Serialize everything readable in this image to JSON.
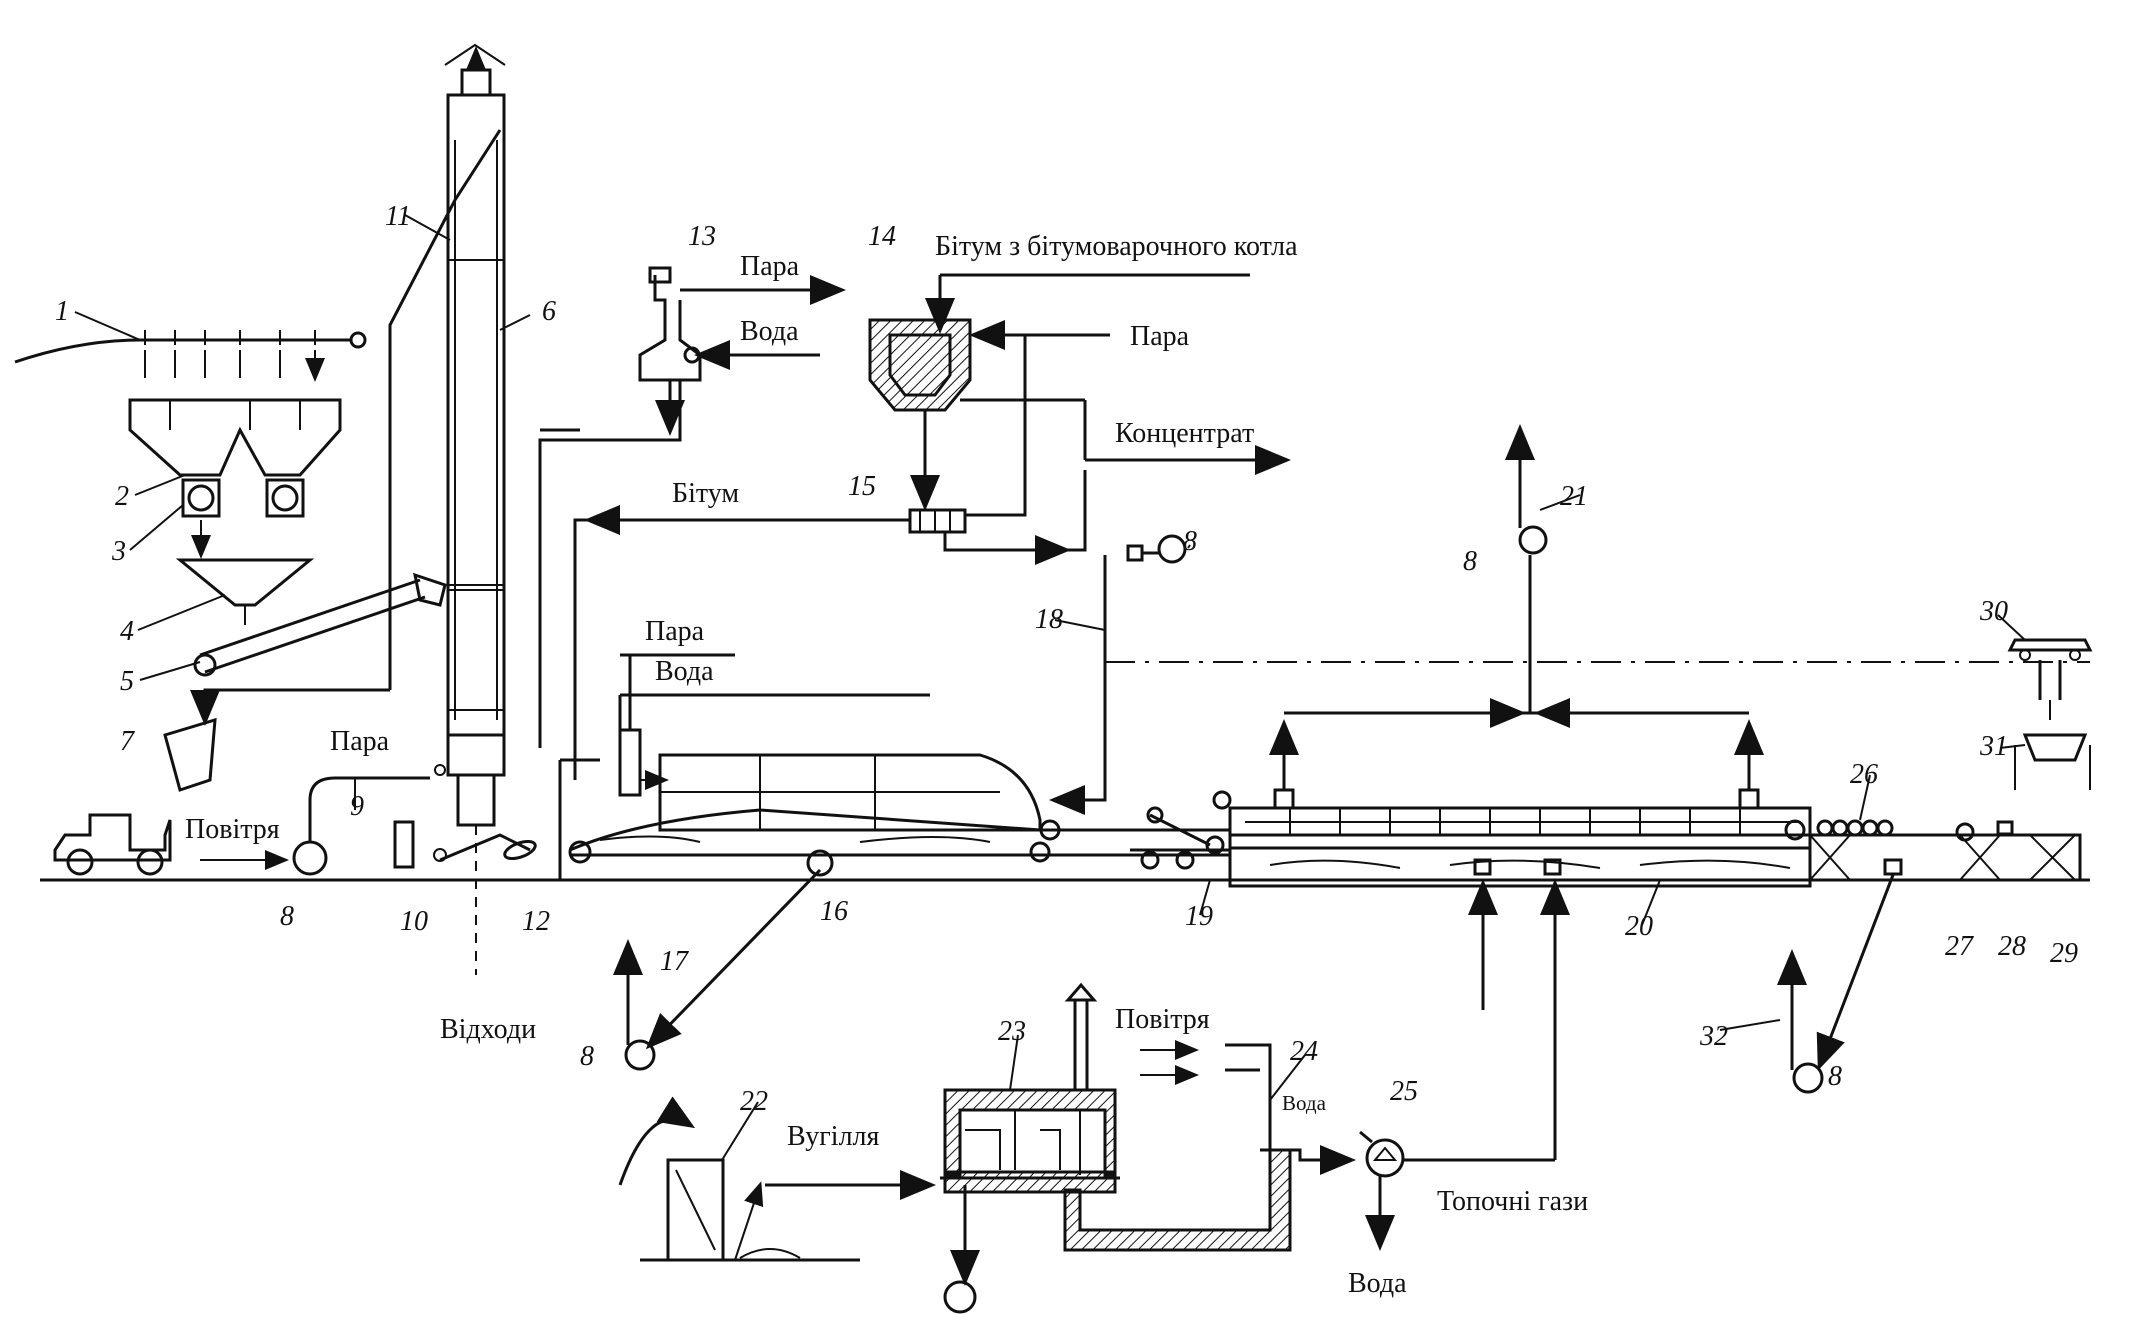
{
  "labels": {
    "para_top": "Пара",
    "voda_top": "Вода",
    "bitum_from_kettle": "Бітум з бітумоварочного котла",
    "para_right": "Пара",
    "koncentrat": "Концентрат",
    "bitum": "Бітум",
    "para_left": "Пара",
    "povitria_left": "Повітря",
    "para_mid": "Пара",
    "voda_mid": "Вода",
    "vidhody": "Відходи",
    "povitria_bottom": "Повітря",
    "vugillia": "Вугілля",
    "voda_small": "Вода",
    "topochni_gazy": "Топочні гази",
    "voda_bottom": "Вода"
  },
  "numbers": {
    "n1": "1",
    "n2": "2",
    "n3": "3",
    "n4": "4",
    "n5": "5",
    "n6": "6",
    "n7": "7",
    "n8a": "8",
    "n8b": "8",
    "n8c": "8",
    "n8d": "8",
    "n8e": "8",
    "n9": "9",
    "n10": "10",
    "n11": "11",
    "n12": "12",
    "n13": "13",
    "n14": "14",
    "n15": "15",
    "n16": "16",
    "n17": "17",
    "n18": "18",
    "n19": "19",
    "n20": "20",
    "n21": "21",
    "n22": "22",
    "n23": "23",
    "n24": "24",
    "n25": "25",
    "n26": "26",
    "n27": "27",
    "n28": "28",
    "n29": "29",
    "n30": "30",
    "n31": "31",
    "n32": "32"
  },
  "colors": {
    "ink": "#111111",
    "paper": "#ffffff"
  }
}
